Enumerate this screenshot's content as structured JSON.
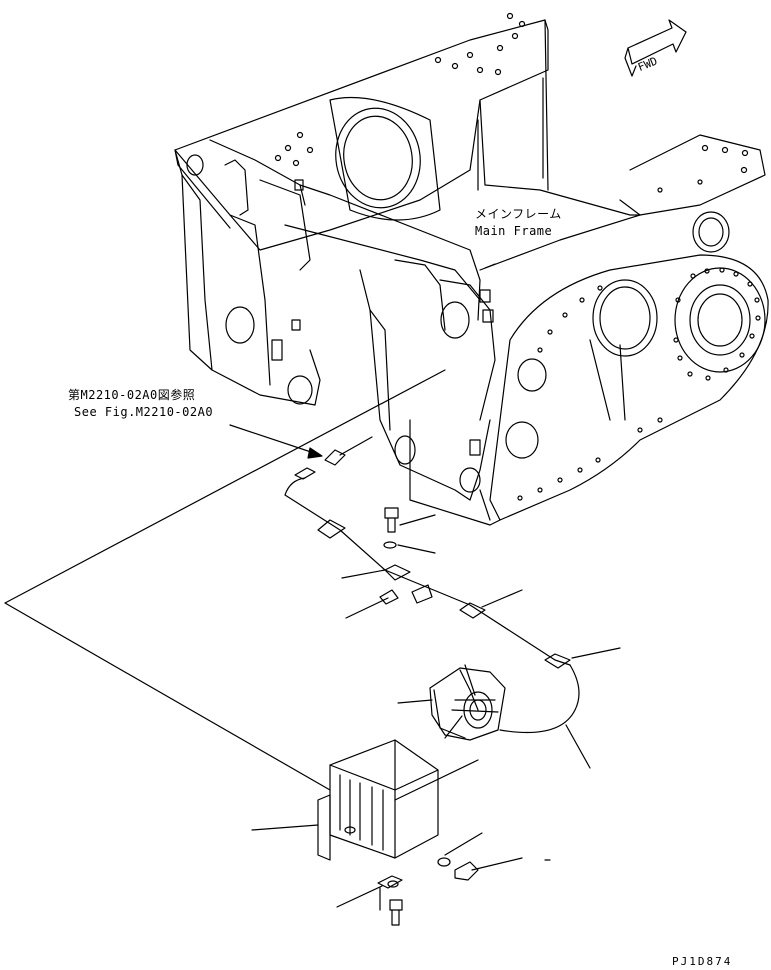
{
  "labels": {
    "main_frame_jp": "メインフレーム",
    "main_frame_en": "Main Frame",
    "ref_jp": "第M2210-02A0図参照",
    "ref_en": "See Fig.M2210-02A0",
    "fwd": "FWD",
    "drawing_code": "PJ1D874"
  }
}
